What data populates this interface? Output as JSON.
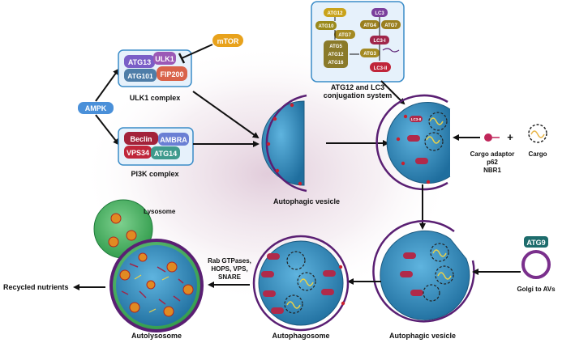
{
  "nodes": {
    "ampk": "AMPK",
    "mtor": "mTOR",
    "atg13": "ATG13",
    "ulk1": "ULK1",
    "atg101": "ATG101",
    "fip200": "FIP200",
    "beclin": "Beclin",
    "ambra": "AMBRA",
    "vps34": "VPS34",
    "atg14": "ATG14",
    "atg9": "ATG9",
    "conj_atg12": "ATG12",
    "conj_atg10": "ATG10",
    "conj_atg7a": "ATG7",
    "conj_atg5": "ATG5",
    "conj_atg12b": "ATG12",
    "conj_atg16": "ATG16",
    "conj_lc3": "LC3",
    "conj_atg4": "ATG4",
    "conj_atg7b": "ATG7",
    "conj_lc3i": "LC3-I",
    "conj_atg3": "ATG3",
    "conj_lc3ii": "LC3-II",
    "lc3_tag": "LC3-II"
  },
  "labels": {
    "ulk1_complex": "ULK1 complex",
    "pi3k_complex": "PI3K complex",
    "conj_line1": "ATG12 and LC3",
    "conj_line2": "conjugation system",
    "autophagic_vesicle_1": "Autophagic vesicle",
    "autophagic_vesicle_2": "Autophagic vesicle",
    "autophagosome": "Autophagosome",
    "autolysosome": "Autolysosome",
    "lysosome": "Lysosome",
    "recycled": "Recycled nutrients",
    "cargo_adaptor_1": "Cargo adaptor",
    "cargo_adaptor_2": "p62",
    "cargo_adaptor_3": "NBR1",
    "plus": "+",
    "cargo": "Cargo",
    "golgi": "Golgi to AVs",
    "fusion_1": "Rab GTPases,",
    "fusion_2": "HOPS, VPS,",
    "fusion_3": "SNARE"
  },
  "colors": {
    "vesicle": "#2f86b8",
    "membrane": "#5a1f73",
    "box_border": "#3a8cc8",
    "box_fill": "#e6f1fb",
    "lysosome": "#3fae5a"
  }
}
